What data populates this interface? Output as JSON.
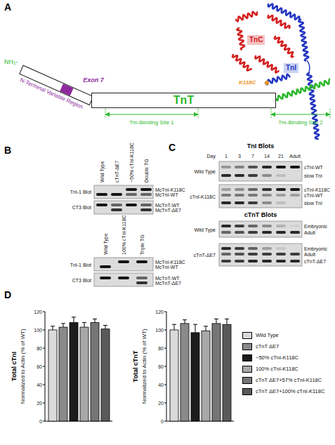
{
  "diagram": {
    "nodes": [
      {
        "text": [
          "N-Terminal Variable Region"
        ]
      },
      {
        "text": [
          "Exon 7"
        ],
        "in": 0
      },
      {
        "text": [
          "TnT"
        ]
      },
      {
        "text": [
          "TnC"
        ]
      },
      {
        "text": [
          "TnI"
        ]
      }
    ],
    "labels": [
      "A",
      "NH₂-",
      "K118C",
      "Tm-Binding Site 1",
      "Tm-Binding Site 2",
      "B",
      "Wild Type",
      "cTnT-ΔE7",
      "~50% cTnI-K118C",
      "Double TG",
      "TnI-1 Blot",
      "CT3 Blot",
      "McTnI-K118C",
      "McTnI-WT",
      "McTnT-WT",
      "McTnT-ΔE7",
      "Wild Type",
      "100% cTnI-K118C",
      "Triple TG",
      "TnI-1 Blot",
      "CT3 Blot",
      "McTnI-K118C",
      "McTnI-WT",
      "McTnT-WT",
      "McTnT-ΔE7",
      "C",
      "TnI Blots",
      "Day",
      "1",
      "3",
      "7",
      "14",
      "21",
      "Adult",
      "Wild Type",
      "cTnI-WT",
      "slow TnI",
      "cTnI-K118C",
      "cTnI-K118C",
      "cTnI-WT",
      "slow TnI",
      "cTnT Blots",
      "Wild Type",
      "Embryonic",
      "Adult",
      "cTnT-ΔE7",
      "Embryonic",
      "Adult",
      "cTnT-ΔE7",
      "D",
      "Total cTnI",
      "Normalized to Actin (% of WT)",
      "0",
      "20",
      "40",
      "60",
      "80",
      "100",
      "120",
      "Total cTnT",
      "Normalized to Actin (% of WT)",
      "0",
      "20",
      "40",
      "60",
      "80",
      "100",
      "120"
    ],
    "legend": [
      {
        "text": "Wild Type",
        "color": "#dadada"
      },
      {
        "text": "cTnT ΔE7",
        "color": "#8a8a8a"
      },
      {
        "text": "~50% cTnI-K118C",
        "color": "#1c1c1c"
      },
      {
        "text": "100% cTnI-K118C",
        "color": "#a8a8a8"
      },
      {
        "text": "cTnT ΔE7+57% cTnI-K118C",
        "color": "#767676"
      },
      {
        "text": "cTnT ΔE7+100% cTnI-K118C",
        "color": "#5a5a5a"
      }
    ]
  }
}
